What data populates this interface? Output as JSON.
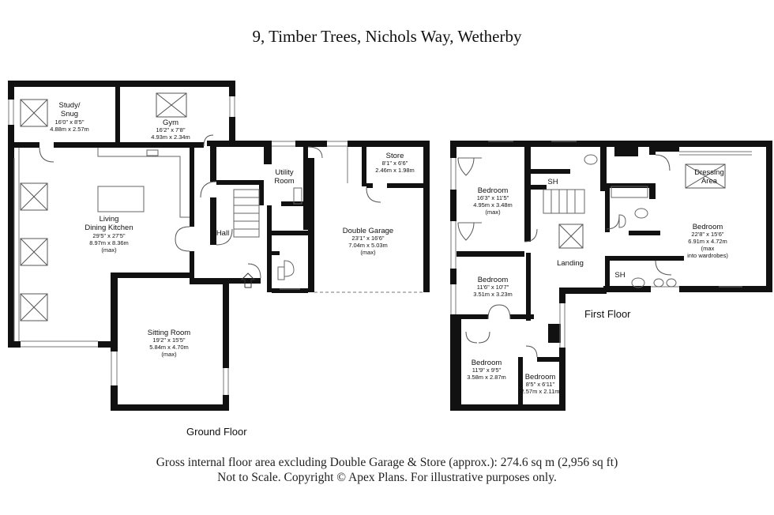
{
  "title": "9, Timber Trees, Nichols Way, Wetherby",
  "floors": {
    "ground": "Ground Floor",
    "first": "First Floor"
  },
  "rooms": {
    "study": {
      "name1": "Study/",
      "name2": "Snug",
      "imp": "16'0\" x 8'5\"",
      "met": "4.88m x 2.57m"
    },
    "gym": {
      "name": "Gym",
      "imp": "16'2\" x 7'8\"",
      "met": "4.93m x 2.34m"
    },
    "utility": {
      "name1": "Utility",
      "name2": "Room"
    },
    "store": {
      "name": "Store",
      "imp": "8'1\" x 6'6\"",
      "met": "2.46m x 1.98m"
    },
    "kitchen": {
      "name1": "Living",
      "name2": "Dining Kitchen",
      "imp": "29'5\" x 27'5\"",
      "met": "8.97m x 8.36m",
      "note": "(max)"
    },
    "hall": {
      "name": "Hall"
    },
    "garage": {
      "name": "Double Garage",
      "imp": "23'1\" x 16'6\"",
      "met": "7.04m x 5.03m",
      "note": "(max)"
    },
    "sitting": {
      "name": "Sitting Room",
      "imp": "19'2\" x 15'5\"",
      "met": "5.84m x 4.70m",
      "note": "(max)"
    },
    "bed1": {
      "name": "Bedroom",
      "imp": "16'3\" x 11'5\"",
      "met": "4.95m x 3.48m",
      "note": "(max)"
    },
    "sh1": {
      "name": "SH"
    },
    "dressing": {
      "name1": "Dressing",
      "name2": "Area"
    },
    "master": {
      "name": "Bedroom",
      "imp": "22'8\" x 15'6\"",
      "met": "6.91m x 4.72m",
      "note1": "(max",
      "note2": "into wardrobes)"
    },
    "landing": {
      "name": "Landing"
    },
    "sh2": {
      "name": "SH"
    },
    "bed2": {
      "name": "Bedroom",
      "imp": "11'6\" x 10'7\"",
      "met": "3.51m x 3.23m"
    },
    "bed3": {
      "name": "Bedroom",
      "imp": "11'9\" x 9'5\"",
      "met": "3.58m x 2.87m"
    },
    "bed4": {
      "name": "Bedroom",
      "imp": "8'5\" x 6'11\"",
      "met": "2.57m x 2.11m"
    }
  },
  "footer": {
    "line1": "Gross internal floor area excluding Double Garage & Store (approx.): 274.6 sq m (2,956 sq ft)",
    "line2": "Not to Scale. Copyright © Apex Plans. For illustrative purposes only."
  }
}
